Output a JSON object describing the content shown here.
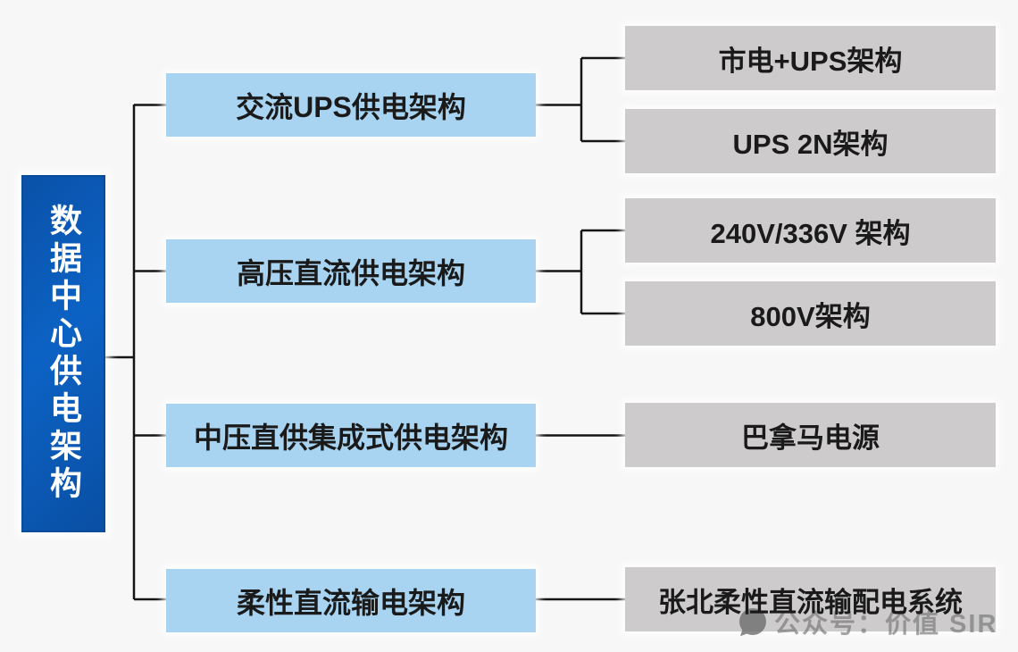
{
  "diagram": {
    "root": {
      "label": "数据中心供电架构"
    },
    "branches": [
      {
        "label": "交流UPS供电架构",
        "children": [
          {
            "label": "市电+UPS架构"
          },
          {
            "label": "UPS 2N架构"
          }
        ]
      },
      {
        "label": "高压直流供电架构",
        "children": [
          {
            "label": "240V/336V 架构"
          },
          {
            "label": "800V架构"
          }
        ]
      },
      {
        "label": "中压直供集成式供电架构",
        "children": [
          {
            "label": "巴拿马电源"
          }
        ]
      },
      {
        "label": "柔性直流输电架构",
        "children": [
          {
            "label": "张北柔性直流输配电系统"
          }
        ]
      }
    ],
    "colors": {
      "background": "#f7f7f7",
      "root_fill": "#0b58b4",
      "root_text": "#ffffff",
      "branch_fill": "#a9d4f1",
      "leaf_fill": "#cdcbcb",
      "node_text": "#1a1a1a",
      "connector": "#141414"
    }
  },
  "watermark": {
    "icon": "chat-bubble-icon",
    "text": "公众号：价值 SIR"
  }
}
